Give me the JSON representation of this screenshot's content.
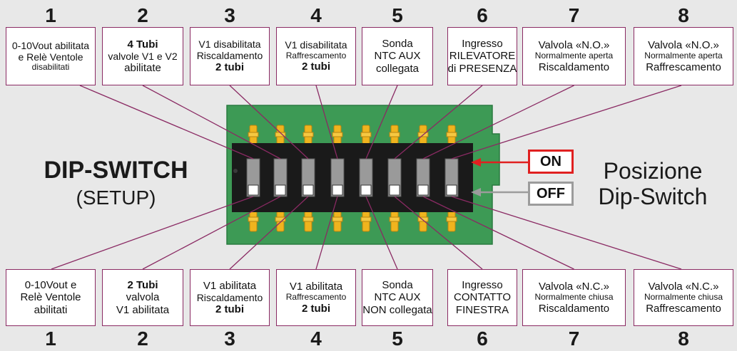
{
  "colors": {
    "background": "#e8e8e8",
    "pcb": "#3d9a55",
    "switch_body": "#1a1a1a",
    "pins": "#f0b41e",
    "box_border": "#8a2a63",
    "on_border": "#e02020",
    "off_border": "#9c9c9c",
    "leader_line": "#8a2a63"
  },
  "title": "DIP-SWITCH",
  "subtitle": "(SETUP)",
  "position_label": {
    "line1": "Posizione",
    "line2": "Dip-Switch"
  },
  "on_label": "ON",
  "off_label": "OFF",
  "switches": [
    {
      "number": "1",
      "on": [
        {
          "t": "0-10Vout abilitata",
          "c": "m"
        },
        {
          "t": "e Relè Ventole",
          "c": "m"
        },
        {
          "t": "disabilitati",
          "c": "s"
        }
      ],
      "off": [
        {
          "t": "0-10Vout e",
          "c": "n"
        },
        {
          "t": "Relè Ventole",
          "c": "n"
        },
        {
          "t": "abilitati",
          "c": "n"
        }
      ]
    },
    {
      "number": "2",
      "on": [
        {
          "t": "4 Tubi",
          "c": "b"
        },
        {
          "t": "valvole V1 e V2",
          "c": "m"
        },
        {
          "t": "abilitate",
          "c": "n"
        }
      ],
      "off": [
        {
          "t": "2 Tubi",
          "c": "b"
        },
        {
          "t": "valvola",
          "c": "n"
        },
        {
          "t": "V1 abilitata",
          "c": "n"
        }
      ]
    },
    {
      "number": "3",
      "on": [
        {
          "t": "V1 disabilitata",
          "c": "m"
        },
        {
          "t": "Riscaldamento",
          "c": "m"
        },
        {
          "t": "2 tubi",
          "c": "b"
        }
      ],
      "off": [
        {
          "t": "V1 abilitata",
          "c": "n"
        },
        {
          "t": "Riscaldamento",
          "c": "m"
        },
        {
          "t": "2 tubi",
          "c": "b"
        }
      ]
    },
    {
      "number": "4",
      "on": [
        {
          "t": "V1 disabilitata",
          "c": "m"
        },
        {
          "t": "Raffrescamento",
          "c": "s"
        },
        {
          "t": "2 tubi",
          "c": "b"
        }
      ],
      "off": [
        {
          "t": "V1 abilitata",
          "c": "n"
        },
        {
          "t": "Raffrescamento",
          "c": "s"
        },
        {
          "t": "2 tubi",
          "c": "b"
        }
      ]
    },
    {
      "number": "5",
      "on": [
        {
          "t": "Sonda",
          "c": "n"
        },
        {
          "t": "NTC AUX",
          "c": "n"
        },
        {
          "t": "collegata",
          "c": "n"
        }
      ],
      "off": [
        {
          "t": "Sonda",
          "c": "n"
        },
        {
          "t": "NTC AUX",
          "c": "n"
        },
        {
          "t": "NON collegata",
          "c": "n"
        }
      ]
    },
    {
      "number": "6",
      "on": [
        {
          "t": "Ingresso",
          "c": "n"
        },
        {
          "t": "RILEVATORE",
          "c": "n"
        },
        {
          "t": "di PRESENZA",
          "c": "n"
        }
      ],
      "off": [
        {
          "t": "Ingresso",
          "c": "n"
        },
        {
          "t": "CONTATTO",
          "c": "n"
        },
        {
          "t": "FINESTRA",
          "c": "n"
        }
      ]
    },
    {
      "number": "7",
      "on": [
        {
          "t": "Valvola «N.O.»",
          "c": "n"
        },
        {
          "t": "Normalmente aperta",
          "c": "s"
        },
        {
          "t": "Riscaldamento",
          "c": "n"
        }
      ],
      "off": [
        {
          "t": "Valvola «N.C.»",
          "c": "n"
        },
        {
          "t": "Normalmente chiusa",
          "c": "s"
        },
        {
          "t": "Riscaldamento",
          "c": "n"
        }
      ]
    },
    {
      "number": "8",
      "on": [
        {
          "t": "Valvola «N.O.»",
          "c": "n"
        },
        {
          "t": "Normalmente aperta",
          "c": "s"
        },
        {
          "t": "Raffrescamento",
          "c": "n"
        }
      ],
      "off": [
        {
          "t": "Valvola «N.C.»",
          "c": "n"
        },
        {
          "t": "Normalmente chiusa",
          "c": "s"
        },
        {
          "t": "Raffrescamento",
          "c": "n"
        }
      ]
    }
  ]
}
